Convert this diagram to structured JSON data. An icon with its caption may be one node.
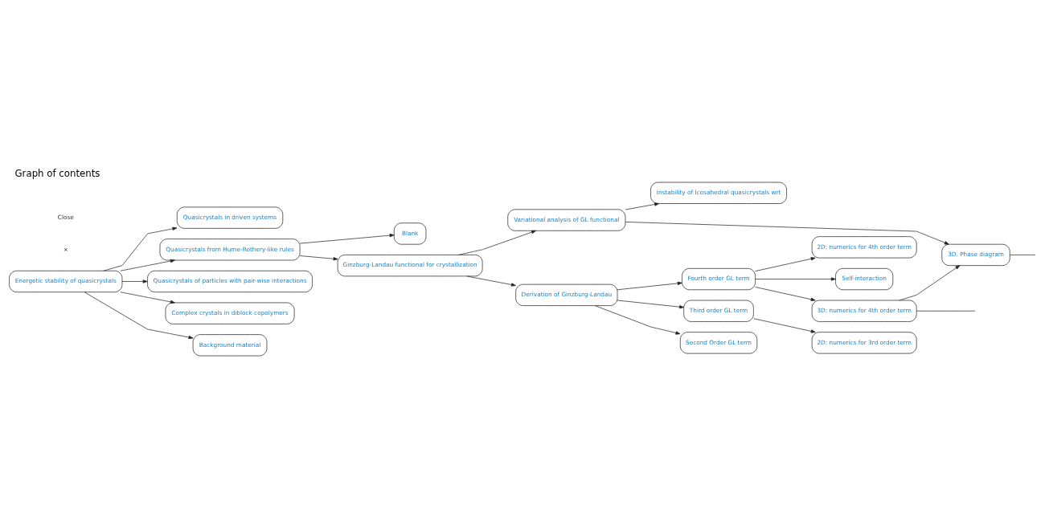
{
  "diagram": {
    "title": "Graph of contents",
    "nodes": [
      {
        "text": [
          "Energetic stability of quasicrystals"
        ]
      },
      {
        "text": [
          "Quasicrystals in driven systems"
        ]
      },
      {
        "text": [
          "Quasicrystals from Hume-Rothery-like rules"
        ]
      },
      {
        "text": [
          "Quasicrystals of particles with pair-wise interactions"
        ]
      },
      {
        "text": [
          "Complex crystals in diblock copolymers"
        ]
      },
      {
        "text": [
          "Background material"
        ]
      },
      {
        "text": [
          "Blank"
        ]
      },
      {
        "text": [
          "Ginzburg-Landau functional for crystallization"
        ]
      },
      {
        "text": [
          "Variational analysis of GL functional"
        ]
      },
      {
        "text": [
          "Derivation of Ginzburg-Landau"
        ]
      },
      {
        "text": [
          "Instability of Icosahedral quasicrystals wrt"
        ]
      },
      {
        "text": [
          "Fourth order GL term"
        ]
      },
      {
        "text": [
          "Third order GL term"
        ]
      },
      {
        "text": [
          "Second Order GL term"
        ]
      },
      {
        "text": [
          "2D: numerics for 4th order term"
        ]
      },
      {
        "text": [
          "Self-interaction"
        ]
      },
      {
        "text": [
          "3D: numerics for 4th order term"
        ]
      },
      {
        "text": [
          "2D: numerics for 3rd order term"
        ]
      },
      {
        "text": [
          "3D. Phase diagram"
        ]
      }
    ],
    "edges": [
      {
        "from": 0,
        "to": 1,
        "arrow": "to"
      },
      {
        "from": 0,
        "to": 2,
        "arrow": "to"
      },
      {
        "from": 0,
        "to": 3,
        "arrow": "to"
      },
      {
        "from": 0,
        "to": 4,
        "arrow": "to"
      },
      {
        "from": 0,
        "to": 5,
        "arrow": "to"
      },
      {
        "from": 2,
        "to": 6,
        "arrow": "to"
      },
      {
        "from": 2,
        "to": 7,
        "arrow": "to"
      },
      {
        "from": 7,
        "to": 8,
        "arrow": "to"
      },
      {
        "from": 7,
        "to": 9,
        "arrow": "to"
      },
      {
        "from": 8,
        "to": 10,
        "arrow": "to"
      },
      {
        "from": 9,
        "to": 11,
        "arrow": "to"
      },
      {
        "from": 9,
        "to": 12,
        "arrow": "to"
      },
      {
        "from": 9,
        "to": 13,
        "arrow": "to"
      },
      {
        "from": 11,
        "to": 14,
        "arrow": "to"
      },
      {
        "from": 11,
        "to": 15,
        "arrow": "to"
      },
      {
        "from": 11,
        "to": 16,
        "arrow": "to"
      },
      {
        "from": 12,
        "to": 17,
        "arrow": "to"
      },
      {
        "from": 8,
        "to": 18,
        "arrow": "to"
      },
      {
        "from": 16,
        "to": 18,
        "arrow": "to"
      },
      {
        "from": 18,
        "to": null,
        "arrow": "none"
      },
      {
        "from": 16,
        "to": null,
        "arrow": "none"
      }
    ],
    "labels": [
      "×",
      "Close"
    ]
  }
}
